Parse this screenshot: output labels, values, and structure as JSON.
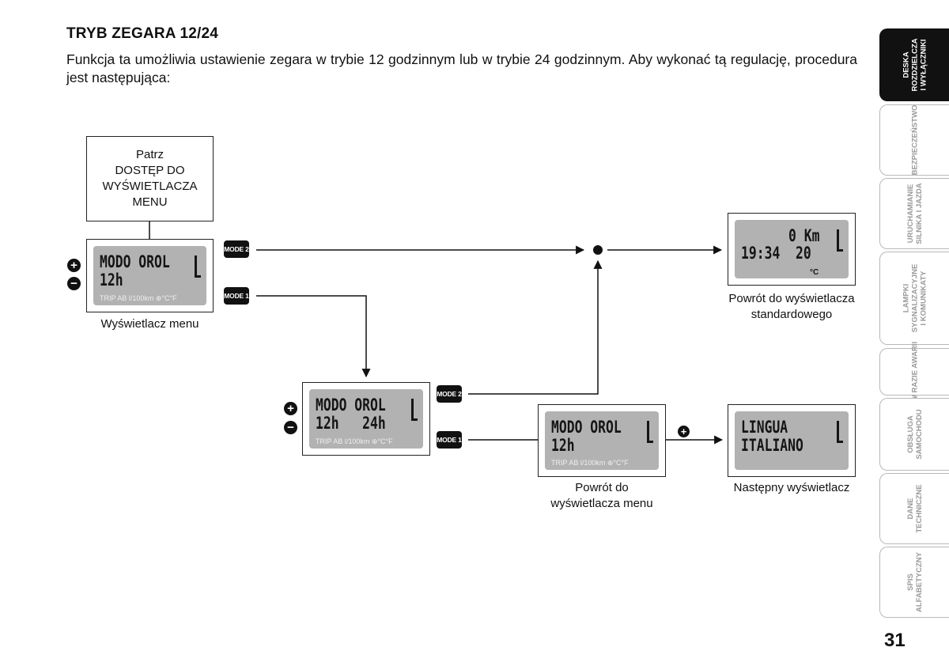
{
  "heading": "TRYB ZEGARA 12/24",
  "intro": "Funkcja ta umożliwia ustawienie zegara w trybie 12 godzinnym lub w trybie 24 godzinnym. Aby wykonać tą regulację, procedura jest następująca:",
  "access_box": {
    "line1": "Patrz",
    "line2": "DOSTĘP DO",
    "line3": "WYŚWIETLACZA",
    "line4": "MENU"
  },
  "lcd_icons": "TRIP AB l/100km ⊕°C°F",
  "display_menu": {
    "line1": "MODO OROL",
    "line2": "12h",
    "caption": "Wyświetlacz menu"
  },
  "display_select": {
    "line1": "MODO OROL",
    "line2": "12h   24h"
  },
  "display_standard": {
    "line1": "0 Km",
    "line2": "19:34  20",
    "unit": "°C",
    "caption_line1": "Powrót do wyświetlacza",
    "caption_line2": "standardowego"
  },
  "display_return": {
    "line1": "MODO OROL",
    "line2": "12h",
    "caption_line1": "Powrót do",
    "caption_line2": "wyświetlacza menu"
  },
  "display_next": {
    "line1": "LINGUA",
    "line2": "ITALIANO",
    "caption": "Następny wyświetlacz"
  },
  "buttons": {
    "mode2": "MODE 2",
    "mode1": "MODE 1",
    "plus": "+",
    "minus": "−"
  },
  "side_tabs": [
    {
      "label": "DESKA\nROZDZIELCZA\nI WYŁĄCZNIKI",
      "active": true
    },
    {
      "label": "BEZPIECZEŃSTWO",
      "active": false
    },
    {
      "label": "URUCHAMIANIE\nSILNIKA I JAZDA",
      "active": false
    },
    {
      "label": "LAMPKI\nSYGNALIZACYJNE\nI KOMUNIKATY",
      "active": false
    },
    {
      "label": "W RAZIE AWARII",
      "active": false
    },
    {
      "label": "OBSŁUGA\nSAMOCHODU",
      "active": false
    },
    {
      "label": "DANE\nTECHNICZNE",
      "active": false
    },
    {
      "label": "SPIS\nALFABETYCZNY",
      "active": false
    }
  ],
  "page_number": "31"
}
